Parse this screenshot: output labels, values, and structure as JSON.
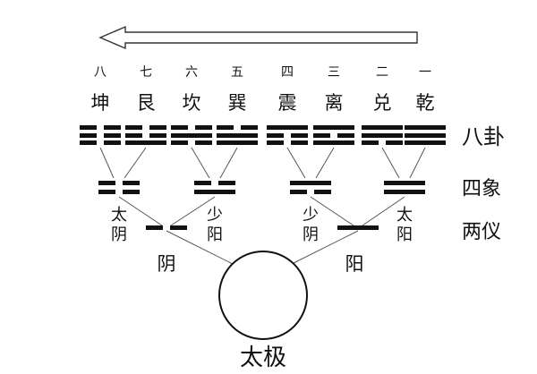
{
  "numbers": [
    "八",
    "七",
    "六",
    "五",
    "四",
    "三",
    "二",
    "一"
  ],
  "trigrams": [
    {
      "name": "坤",
      "lines": [
        0,
        0,
        0
      ]
    },
    {
      "name": "艮",
      "lines": [
        1,
        0,
        0
      ]
    },
    {
      "name": "坎",
      "lines": [
        0,
        1,
        0
      ]
    },
    {
      "name": "巽",
      "lines": [
        1,
        1,
        0
      ]
    },
    {
      "name": "震",
      "lines": [
        0,
        0,
        1
      ]
    },
    {
      "name": "离",
      "lines": [
        1,
        0,
        1
      ]
    },
    {
      "name": "兑",
      "lines": [
        0,
        1,
        1
      ]
    },
    {
      "name": "乾",
      "lines": [
        1,
        1,
        1
      ]
    }
  ],
  "four_images": [
    {
      "lines": [
        0,
        0
      ],
      "label": [
        "太",
        "阴"
      ]
    },
    {
      "lines": [
        1,
        0
      ],
      "label": [
        "少",
        "阳"
      ]
    },
    {
      "lines": [
        0,
        1
      ],
      "label": [
        "少",
        "阴"
      ]
    },
    {
      "lines": [
        1,
        1
      ],
      "label": [
        "太",
        "阳"
      ]
    }
  ],
  "two_modes": [
    {
      "line": 0,
      "label": "阴"
    },
    {
      "line": 1,
      "label": "阳"
    }
  ],
  "row_labels": {
    "bagua": "八卦",
    "sixiang": "四象",
    "liangyi": "两仪"
  },
  "taiji_label": "太极",
  "colors": {
    "ink": "#111111",
    "arrow": "#333333",
    "connector": "#555555"
  }
}
